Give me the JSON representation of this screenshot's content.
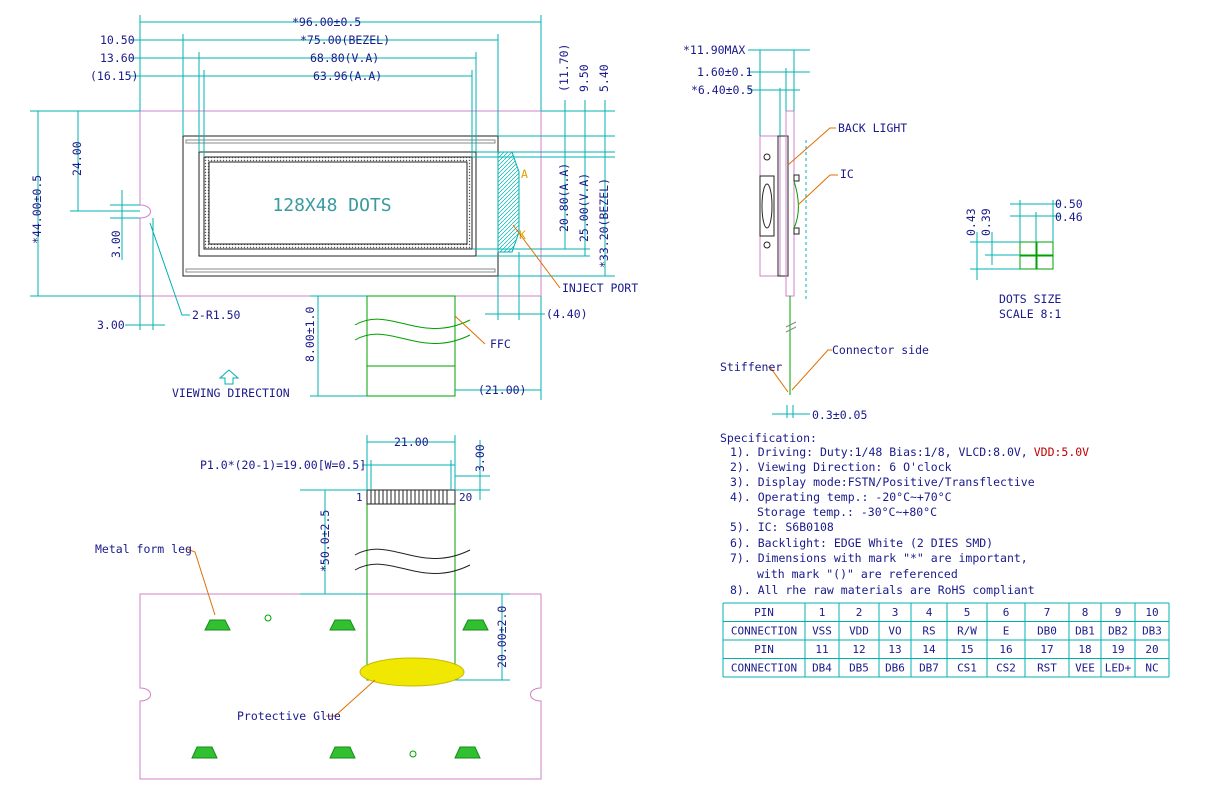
{
  "dims": {
    "overall_width": "*96.00±0.5",
    "left_edge": "10.50",
    "bezel_width": "*75.00(BEZEL)",
    "va_left": "13.60",
    "va_width": "68.80(V.A)",
    "aa_left": "(16.15)",
    "aa_width": "63.96(A.A)",
    "top_aa": "(11.70)",
    "top_va": "9.50",
    "top_bezel": "5.40",
    "aa_height": "20.80(A.A)",
    "va_height": "25.00(V.A)",
    "bezel_height": "*33.20(BEZEL)",
    "overall_height": "*44.00±0.5",
    "left_24": "24.00",
    "slot_3": "3.00",
    "bottom_3": "3.00",
    "radius": "2-R1.50",
    "inject_offset": "(4.40)",
    "ffc_height": "8.00±1.0",
    "ffc_right": "(21.00)",
    "side_max": "*11.90MAX",
    "side_160": "1.60±0.1",
    "side_640": "*6.40±0.5",
    "stiffener_t": "0.3±0.05",
    "dot_050": "0.50",
    "dot_046": "0.46",
    "dot_043": "0.43",
    "dot_039": "0.39",
    "ffc_width": "21.00",
    "ffc_top": "3.00",
    "pitch": "P1.0*(20-1)=19.00[W=0.5]",
    "ffc_length": "*50.0±2.5",
    "glue_len": "20.00±2.0",
    "pin_first": "1",
    "pin_last": "20"
  },
  "labels": {
    "display_text": "128X48 DOTS",
    "viewing_direction": "VIEWING DIRECTION",
    "inject_port": "INJECT PORT",
    "ffc": "FFC",
    "back_light": "BACK LIGHT",
    "ic": "IC",
    "connector_side": "Connector side",
    "stiffener": "Stiffener",
    "dots_size": "DOTS SIZE",
    "scale": "SCALE 8:1",
    "metal_form_leg": "Metal form leg",
    "protective_glue": "Protective Glue",
    "mark_a": "A",
    "mark_k": "K"
  },
  "spec": {
    "title": "Specification:",
    "line1": "1). Driving: Duty:1/48 Bias:1/8, VLCD:8.0V,",
    "line1_red": "VDD:5.0V",
    "line2": "2). Viewing Direction: 6 O'clock",
    "line3": "3). Display mode:FSTN/Positive/Transflective",
    "line4": "4). Operating temp.: -20°C~+70°C",
    "line4b": "Storage temp.: -30°C~+80°C",
    "line5": "5). IC: S6B0108",
    "line6": "6). Backlight: EDGE White    (2 DIES SMD)",
    "line7": "7). Dimensions with mark \"*\" are important,",
    "line7b": "with mark \"()\" are referenced",
    "line8": "8). All rhe raw materials are RoHS compliant"
  },
  "pin_table": {
    "rows": [
      [
        "PIN",
        "1",
        "2",
        "3",
        "4",
        "5",
        "6",
        "7",
        "8",
        "9",
        "10"
      ],
      [
        "CONNECTION",
        "VSS",
        "VDD",
        "VO",
        "RS",
        "R/W",
        "E",
        "DB0",
        "DB1",
        "DB2",
        "DB3"
      ],
      [
        "PIN",
        "11",
        "12",
        "13",
        "14",
        "15",
        "16",
        "17",
        "18",
        "19",
        "20"
      ],
      [
        "CONNECTION",
        "DB4",
        "DB5",
        "DB6",
        "DB7",
        "CS1",
        "CS2",
        "RST",
        "VEE",
        "LED+",
        "NC"
      ]
    ]
  },
  "colors": {
    "text": "#1a1a8c",
    "dimension_line": "#00b0b0",
    "outline": "#d080c8",
    "ffc": "#00a000",
    "leader": "#e07000",
    "glue": "#e8e000",
    "leg": "#30c030",
    "highlight": "#c00000"
  }
}
